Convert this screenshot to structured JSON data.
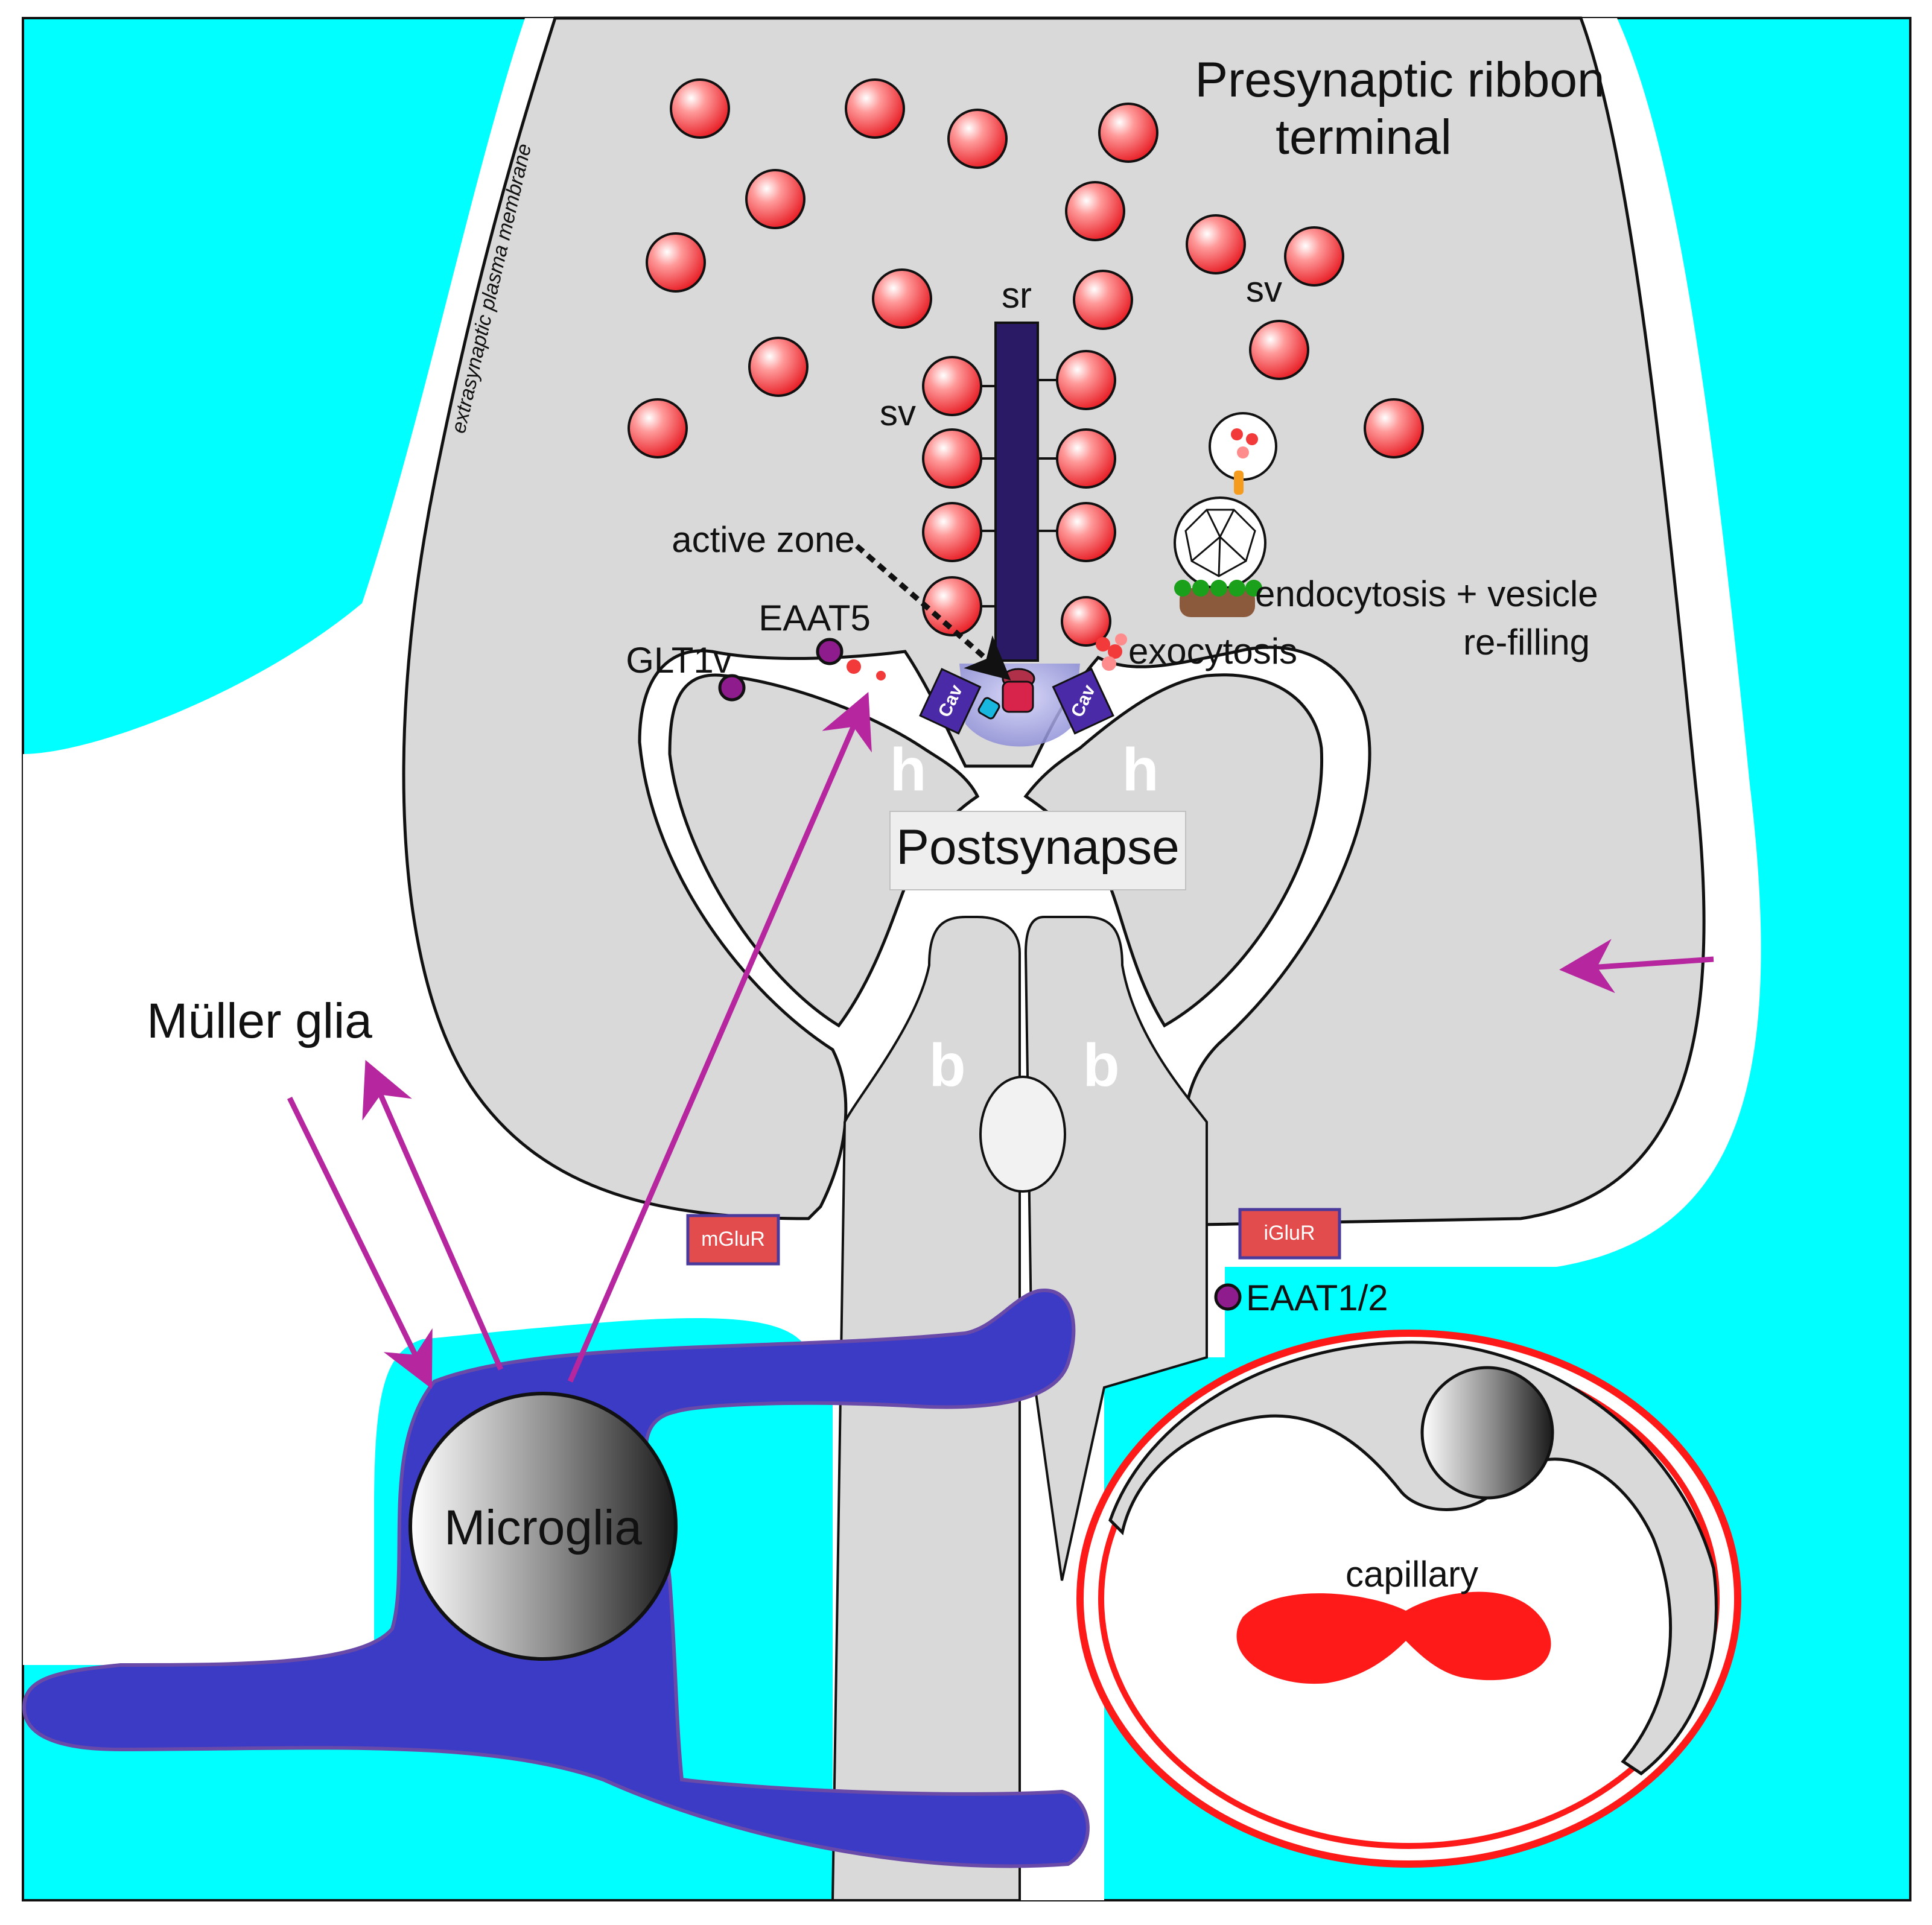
{
  "labels": {
    "presynaptic_line1": "Presynaptic ribbon",
    "presynaptic_line2": "terminal",
    "extrasynaptic": "extrasynaptic plasma membrane",
    "sr": "sr",
    "sv_left": "sv",
    "sv_right": "sv",
    "active_zone": "active zone",
    "eaat5": "EAAT5",
    "glt1v": "GLT1v",
    "exocytosis": "exocytosis",
    "endocytosis_line1": "endocytosis + vesicle",
    "endocytosis_line2": "re-filling",
    "cav_left": "Cav",
    "cav_right": "Cav",
    "h_left": "h",
    "h_right": "h",
    "postsynapse": "Postsynapse",
    "b_left": "b",
    "b_right": "b",
    "muller_glia": "Müller glia",
    "mglur": "mGluR",
    "iglur": "iGluR",
    "eaat12": "EAAT1/2",
    "microglia": "Microglia",
    "capillary": "capillary"
  },
  "colors": {
    "muller_glia_cyan": "#00ffff",
    "terminal_gray": "#d9d9d9",
    "synaptic_vesicle_red": "#f23a3a",
    "ribbon_navy": "#2a1a66",
    "microglia_blue": "#3b3bc6",
    "arrow_magenta": "#b5269f",
    "receptor_red": "#e34c4c",
    "capillary_red": "#ff1a1a",
    "transporter_purple": "#8e1c8c",
    "endocytosis_green": "#1aa01a",
    "endocytosis_brown": "#8b5a3c"
  }
}
